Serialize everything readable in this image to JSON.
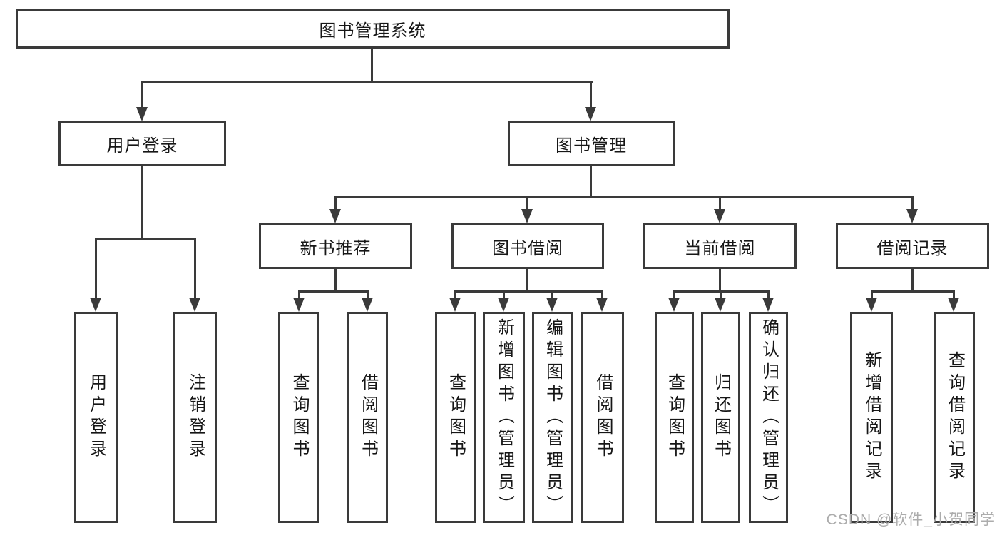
{
  "diagram_type": "tree",
  "root": {
    "label": "图书管理系统"
  },
  "branches": [
    {
      "label": "用户登录",
      "children": [
        {
          "label": "用户登录"
        },
        {
          "label": "注销登录"
        }
      ]
    },
    {
      "label": "图书管理",
      "children": [
        {
          "label": "新书推荐",
          "children": [
            {
              "label": "查询图书"
            },
            {
              "label": "借阅图书"
            }
          ]
        },
        {
          "label": "图书借阅",
          "children": [
            {
              "label": "查询图书"
            },
            {
              "label": "新增图书（管理员）"
            },
            {
              "label": "编辑图书（管理员）"
            },
            {
              "label": "借阅图书"
            }
          ]
        },
        {
          "label": "当前借阅",
          "children": [
            {
              "label": "查询图书"
            },
            {
              "label": "归还图书"
            },
            {
              "label": "确认归还（管理员）"
            }
          ]
        },
        {
          "label": "借阅记录",
          "children": [
            {
              "label": "新增借阅记录"
            },
            {
              "label": "查询借阅记录"
            }
          ]
        }
      ]
    }
  ],
  "watermark": "CSDN @软件_小贺同学",
  "colors": {
    "line": "#3a3a3a",
    "text": "#161616",
    "watermark": "#acacac",
    "background": "#ffffff"
  }
}
